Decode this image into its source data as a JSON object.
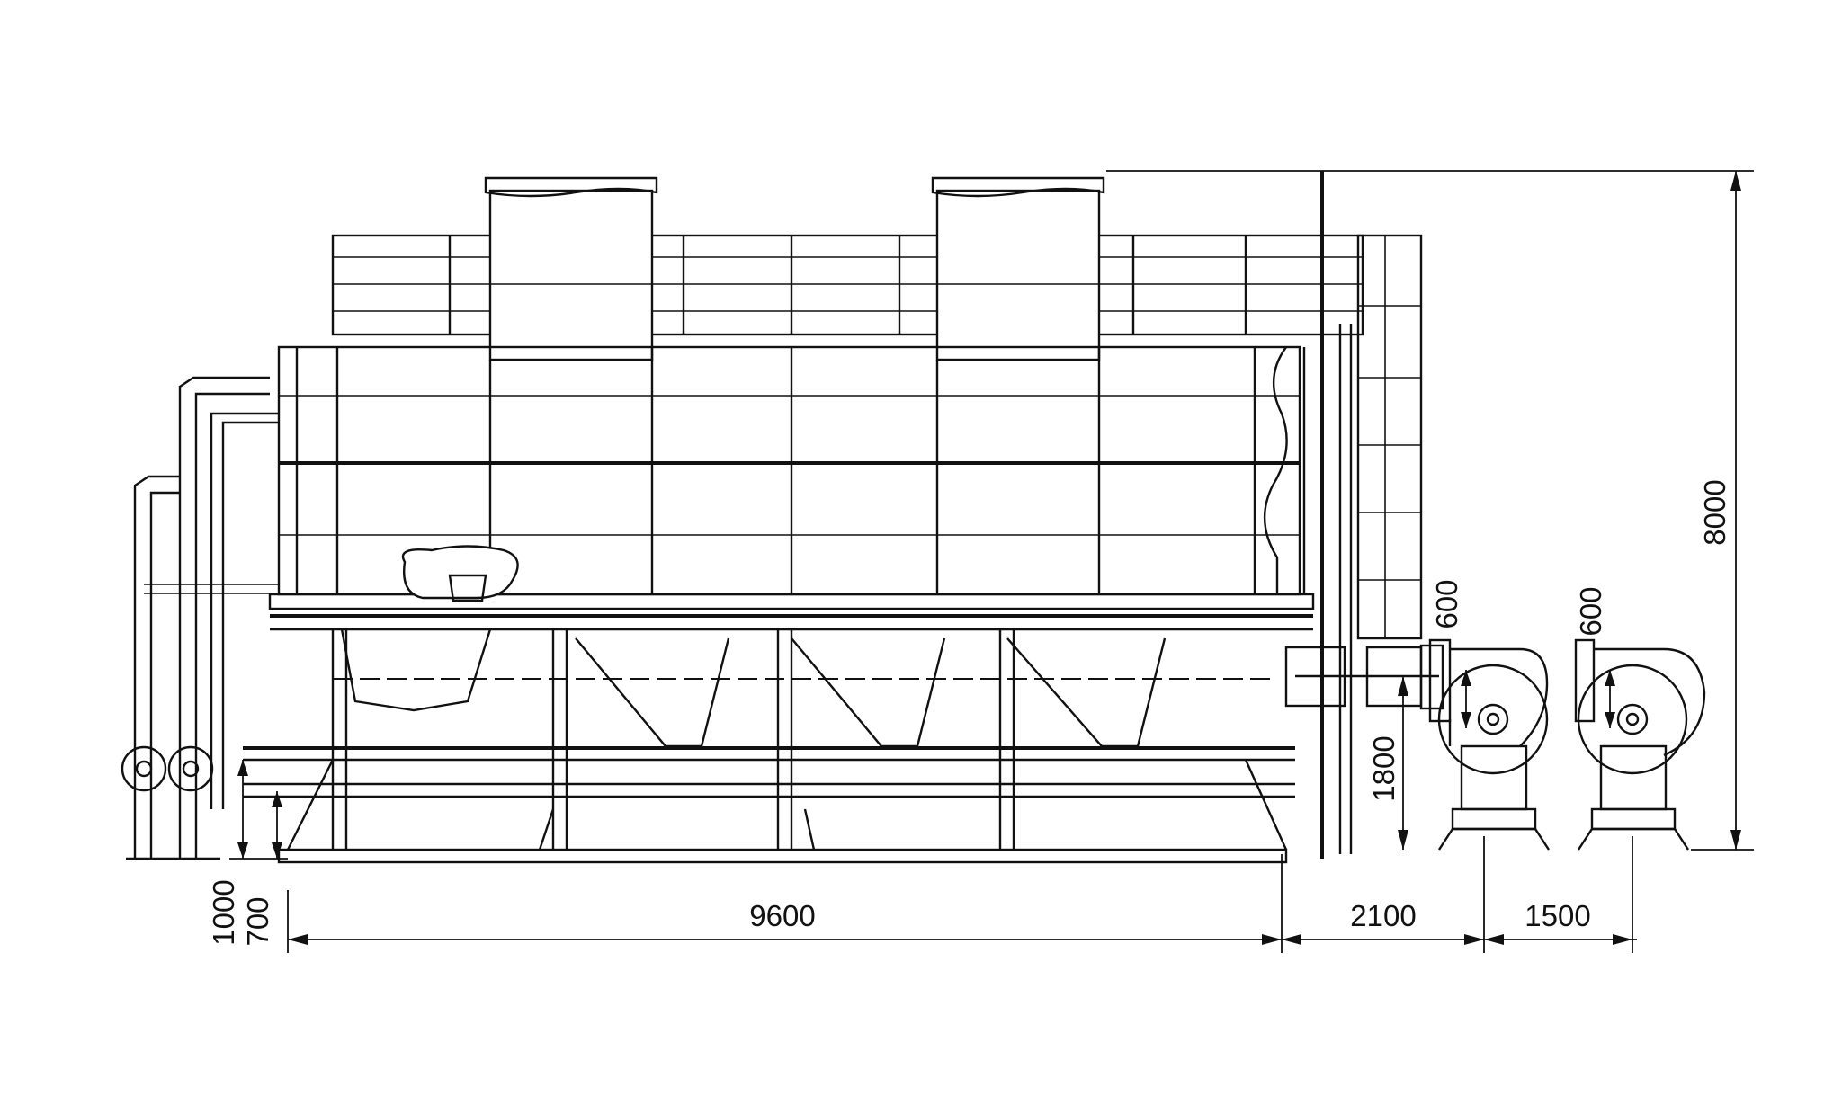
{
  "dimensions": {
    "total_length": "9600",
    "fan_spacing_1": "2100",
    "fan_spacing_2": "1500",
    "overall_height": "8000",
    "inlet_height": "1800",
    "fan_outlet_1": "600",
    "fan_outlet_2": "600",
    "base_height_1": "1000",
    "base_height_2": "700"
  },
  "colors": {
    "line": "#111111",
    "background": "#ffffff"
  }
}
